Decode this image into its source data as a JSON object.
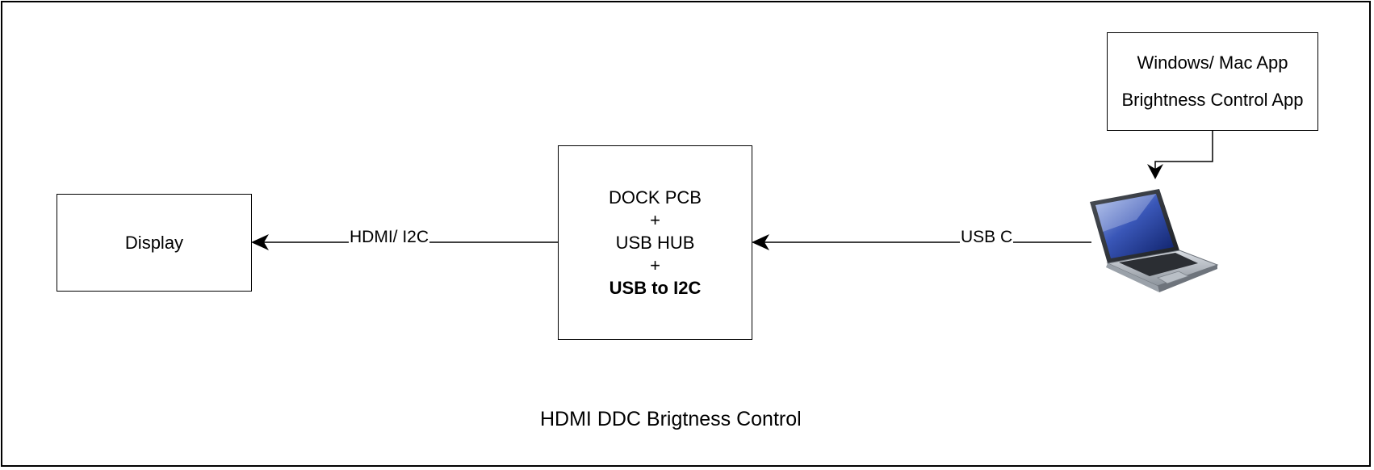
{
  "diagram": {
    "display_box": {
      "label": "Display"
    },
    "dock_box": {
      "lines": [
        "DOCK PCB",
        "+",
        "USB HUB",
        "+"
      ],
      "bold_line": "USB to I2C"
    },
    "app_box": {
      "line1": "Windows/ Mac App",
      "line2": "Brightness Control App"
    },
    "edges": {
      "hdmi": "HDMI/ I2C",
      "usb": "USB C"
    },
    "laptop": {
      "icon": "laptop-icon"
    },
    "caption": "HDMI DDC Brigtness Control"
  }
}
